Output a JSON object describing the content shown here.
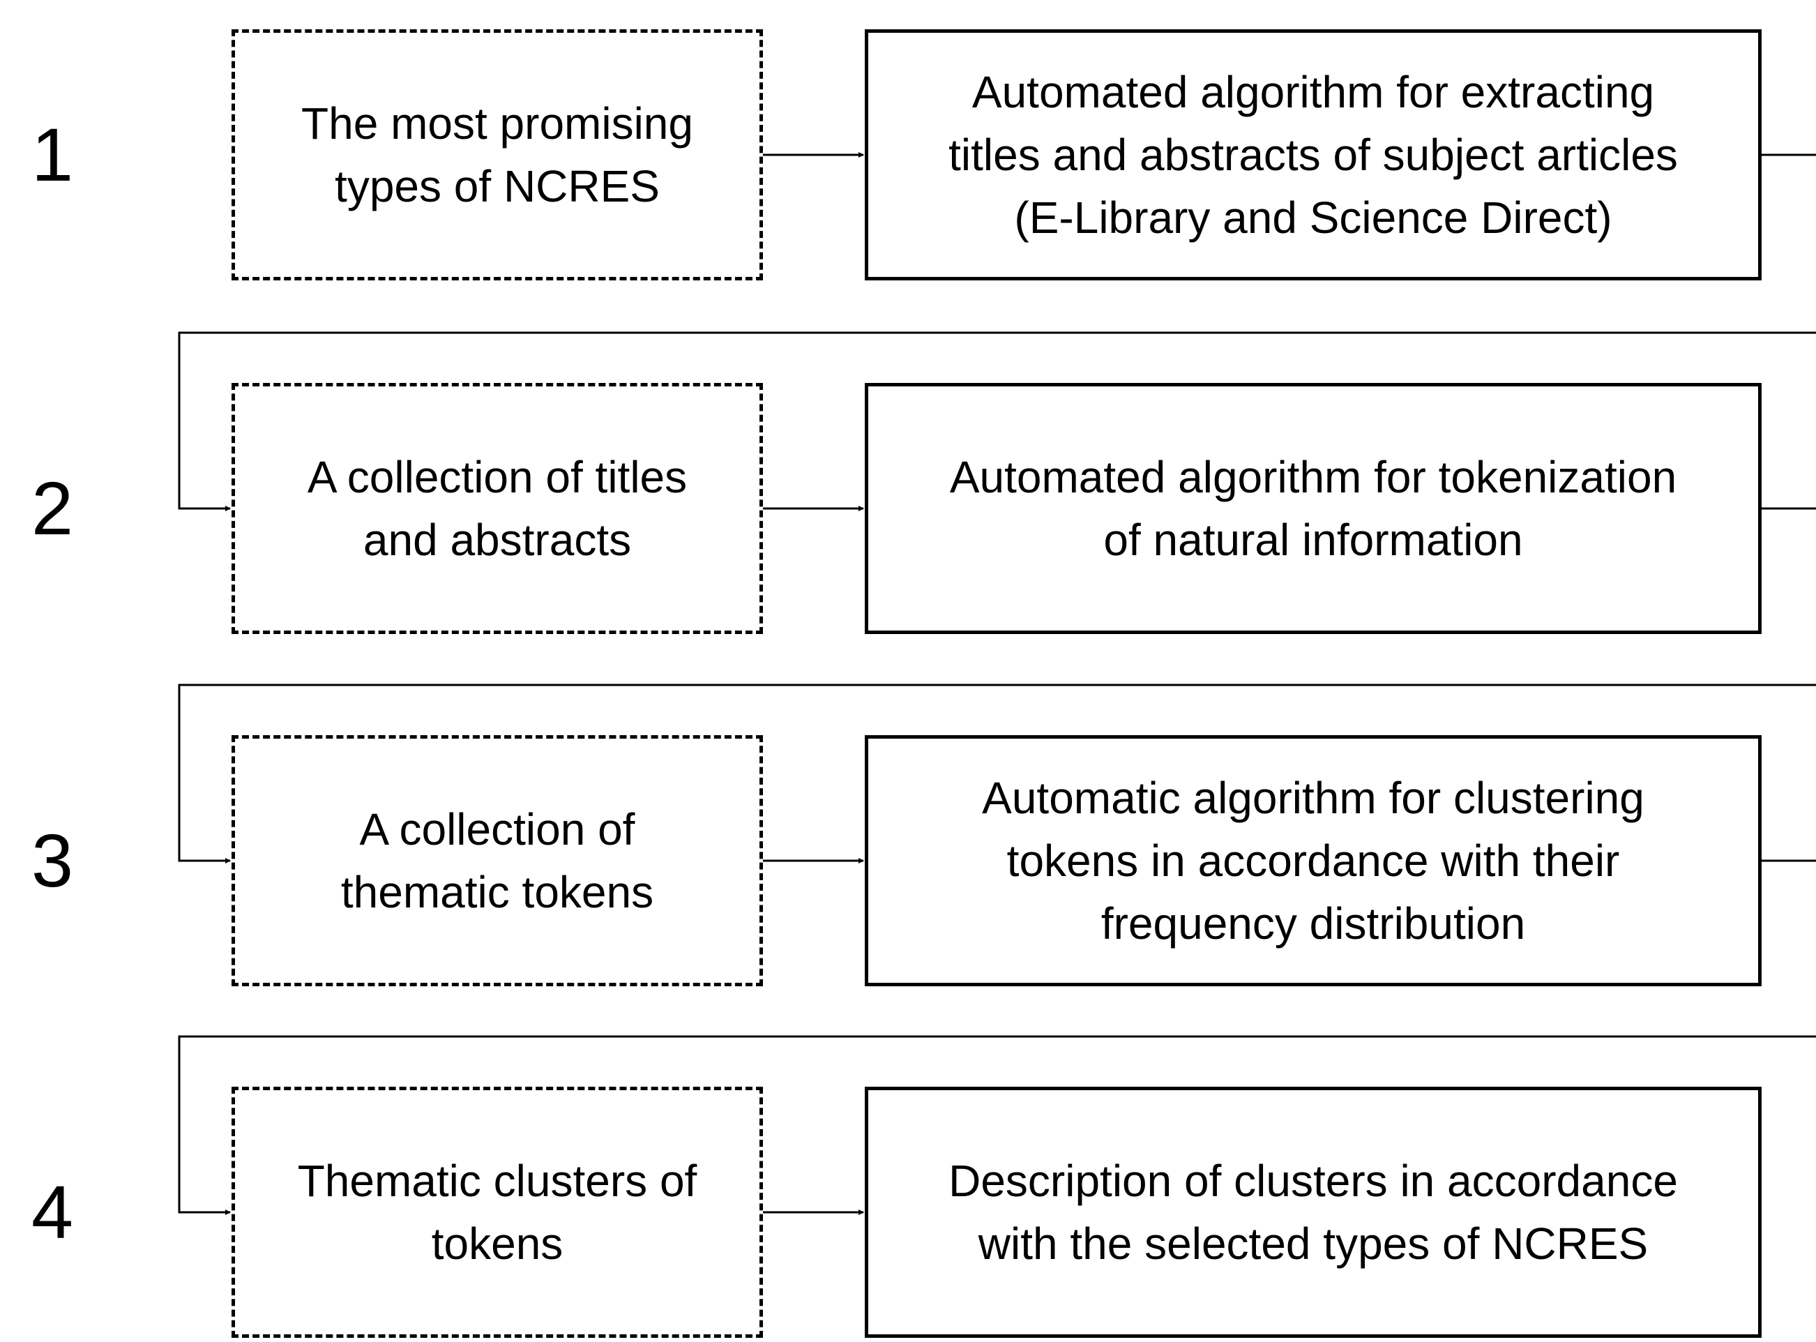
{
  "steps": [
    {
      "number": "1",
      "input": {
        "lines": [
          "The most promising",
          "types of NCRES"
        ]
      },
      "process": {
        "lines": [
          "Automated algorithm for extracting",
          "titles and abstracts of subject articles",
          "(E-Library and Science Direct)"
        ]
      }
    },
    {
      "number": "2",
      "input": {
        "lines": [
          "A collection of titles",
          "and abstracts"
        ]
      },
      "process": {
        "lines": [
          "Automated algorithm for tokenization",
          "of natural information"
        ]
      }
    },
    {
      "number": "3",
      "input": {
        "lines": [
          "A collection of",
          "thematic tokens"
        ]
      },
      "process": {
        "lines": [
          "Automatic algorithm for clustering",
          "tokens in accordance with their",
          "frequency distribution"
        ]
      }
    },
    {
      "number": "4",
      "input": {
        "lines": [
          "Thematic clusters of",
          "tokens"
        ]
      },
      "process": {
        "lines": [
          "Description of clusters in accordance",
          "with the selected types of NCRES"
        ]
      }
    }
  ],
  "colors": {
    "line": "#000000",
    "background": "#ffffff"
  }
}
